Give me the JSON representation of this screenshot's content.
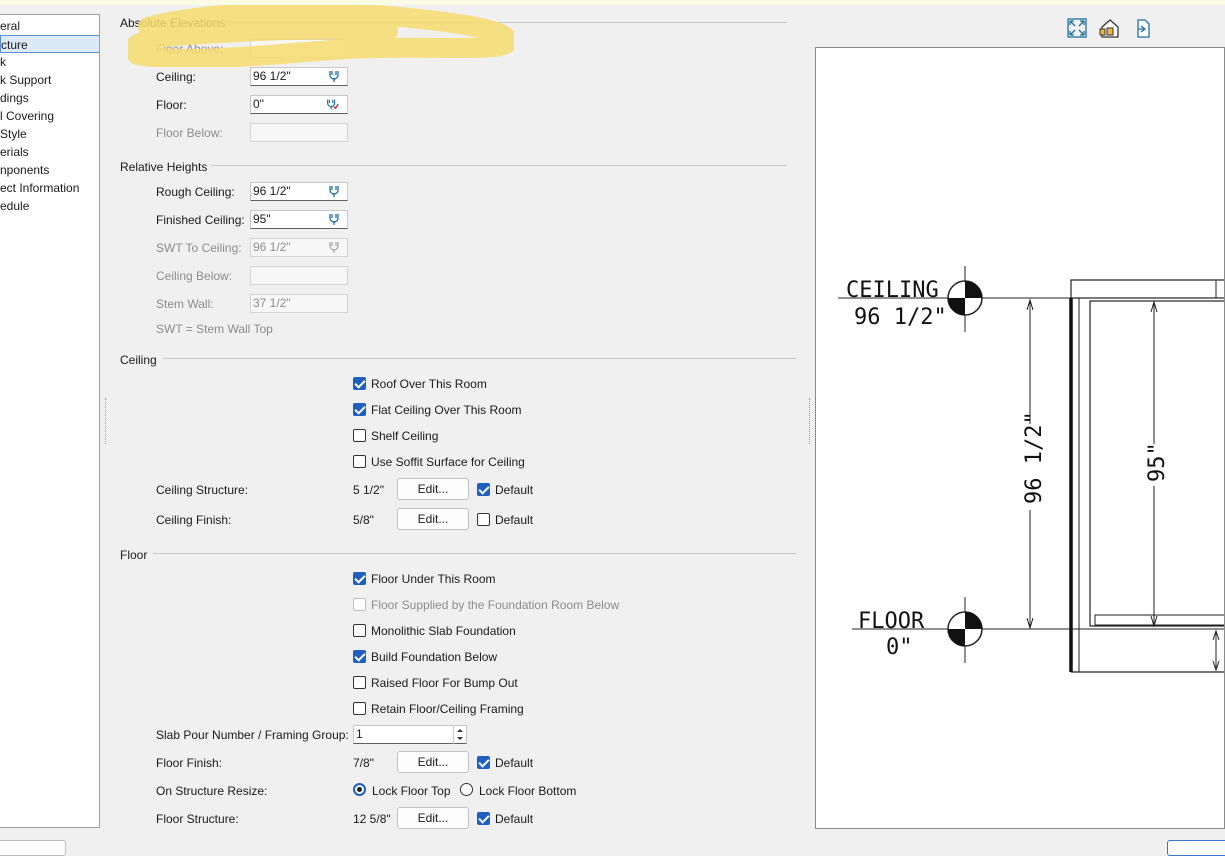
{
  "sidebar": {
    "items": [
      "eral",
      "cture",
      "k",
      "k Support",
      "dings",
      "l Covering",
      "Style",
      "erials",
      "nponents",
      "ect Information",
      "edule"
    ],
    "selected_index": 1
  },
  "absolute": {
    "title": "Absolute Elevations",
    "floor_above_label": "Floor Above:",
    "ceiling_label": "Ceiling:",
    "ceiling_value": "96 1/2\"",
    "floor_label": "Floor:",
    "floor_value": "0\"",
    "floor_below_label": "Floor Below:"
  },
  "relative": {
    "title": "Relative Heights",
    "rough_label": "Rough Ceiling:",
    "rough_value": "96 1/2\"",
    "finished_label": "Finished Ceiling:",
    "finished_value": "95\"",
    "swt_label": "SWT To Ceiling:",
    "swt_value": "96 1/2\"",
    "ceiling_below_label": "Ceiling Below:",
    "stem_label": "Stem Wall:",
    "stem_value": "37 1/2\"",
    "note": "SWT = Stem Wall Top"
  },
  "ceiling": {
    "title": "Ceiling",
    "roof_over": {
      "label": "Roof Over This Room",
      "checked": true
    },
    "flat_ceiling": {
      "label": "Flat Ceiling Over This Room",
      "checked": true
    },
    "shelf": {
      "label": "Shelf Ceiling",
      "checked": false
    },
    "soffit": {
      "label": "Use Soffit Surface for Ceiling",
      "checked": false
    },
    "structure_label": "Ceiling Structure:",
    "structure_value": "5 1/2\"",
    "finish_label": "Ceiling Finish:",
    "finish_value": "5/8\""
  },
  "floor": {
    "title": "Floor",
    "under": {
      "label": "Floor Under This Room",
      "checked": true
    },
    "supplied": {
      "label": "Floor Supplied by the Foundation Room Below",
      "checked": false
    },
    "monolithic": {
      "label": "Monolithic Slab Foundation",
      "checked": false
    },
    "build_foundation": {
      "label": "Build Foundation Below",
      "checked": true
    },
    "raised": {
      "label": "Raised Floor For Bump Out",
      "checked": false
    },
    "retain": {
      "label": "Retain Floor/Ceiling Framing",
      "checked": false
    },
    "slab_label": "Slab Pour Number / Framing Group:",
    "slab_value": "1",
    "finish_label": "Floor Finish:",
    "finish_value": "7/8\"",
    "resize_label": "On Structure Resize:",
    "lock_top": "Lock Floor Top",
    "lock_bottom": "Lock Floor Bottom",
    "structure_label": "Floor Structure:",
    "structure_value": "12 5/8\""
  },
  "common": {
    "edit": "Edit...",
    "default": "Default"
  },
  "preview": {
    "ceiling_tag": "CEILING",
    "ceiling_val": "96 1/2\"",
    "floor_tag": "FLOOR",
    "floor_val": "0\"",
    "dim_left": "96 1/2\"",
    "dim_right": "95\""
  },
  "colors": {
    "accent": "#1f5fbf",
    "highlight": "#f7dc6f"
  }
}
